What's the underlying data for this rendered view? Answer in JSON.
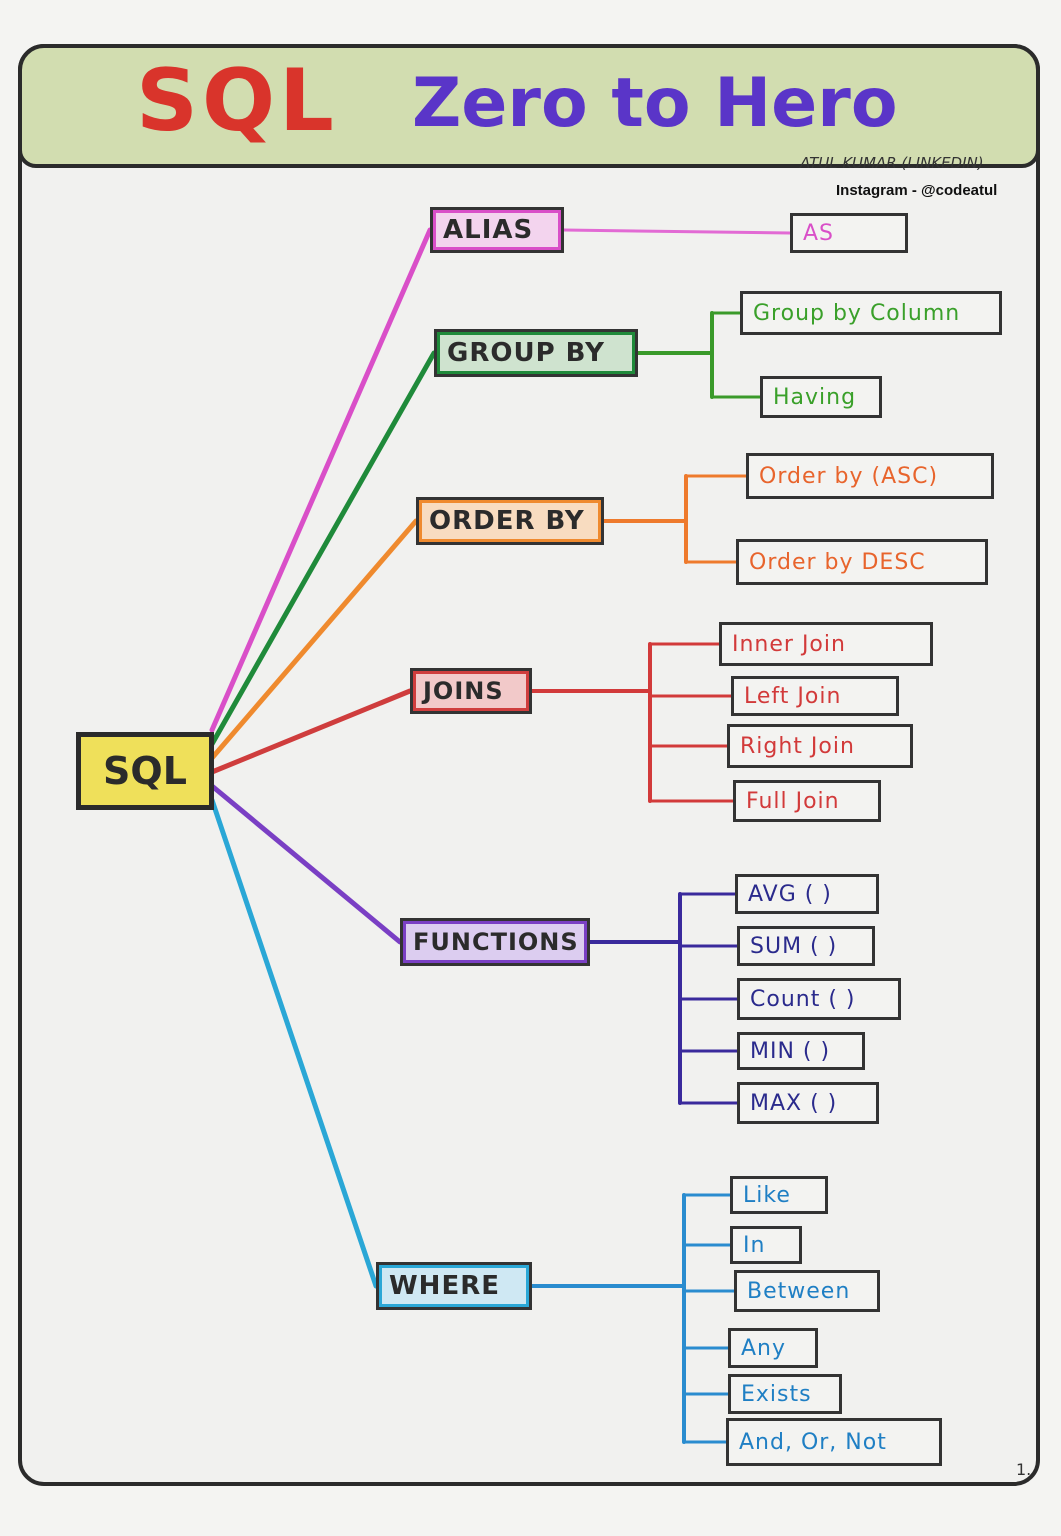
{
  "title": {
    "part1": "SQL",
    "part2": "Zero to Hero",
    "part1_color": "#d9342b",
    "part2_color": "#5a35c8"
  },
  "author": "ATUL KUMAR (LINKEDIN)",
  "instagram": "Instagram - @codeatul",
  "page_number": "1.",
  "center": {
    "label": "SQL",
    "color": "#efe05a"
  },
  "categories": [
    {
      "label": "ALIAS",
      "color": "#d94fc8",
      "fill": "#f3d4ee",
      "children": [
        "AS"
      ]
    },
    {
      "label": "GROUP BY",
      "color": "#1f8a3a",
      "fill": "#cfe3cf",
      "children": [
        "Group by Column",
        "Having"
      ]
    },
    {
      "label": "ORDER BY",
      "color": "#ef8a2e",
      "fill": "#f8dcc0",
      "children": [
        "Order by (ASC)",
        "Order by DESC"
      ]
    },
    {
      "label": "JOINS",
      "color": "#cf3d3d",
      "fill": "#f2c9c9",
      "children": [
        "Inner Join",
        "Left Join",
        "Right Join",
        "Full Join"
      ]
    },
    {
      "label": "FUNCTIONS",
      "color": "#7a3fc4",
      "fill": "#dccdf0",
      "children": [
        "AVG ( )",
        "SUM ( )",
        "Count ( )",
        "MIN ( )",
        "MAX ( )"
      ]
    },
    {
      "label": "WHERE",
      "color": "#2aa7d6",
      "fill": "#cfe8f3",
      "children": [
        "Like",
        "In",
        "Between",
        "Any",
        "Exists",
        "And, Or, Not"
      ]
    }
  ],
  "text_colors": {
    "ALIAS": "#d94fc8",
    "GROUP BY": "#3aa02a",
    "ORDER BY": "#e8642c",
    "JOINS": "#d23a3a",
    "FUNCTIONS": "#2a2a8c",
    "WHERE": "#1f7fc4"
  },
  "branch_colors": {
    "ALIAS": "#e26ad4",
    "GROUP BY": "#3a9a2a",
    "ORDER BY": "#ee7a2c",
    "JOINS": "#d23a3a",
    "FUNCTIONS": "#3a2a9c",
    "WHERE": "#2a8ccf"
  }
}
